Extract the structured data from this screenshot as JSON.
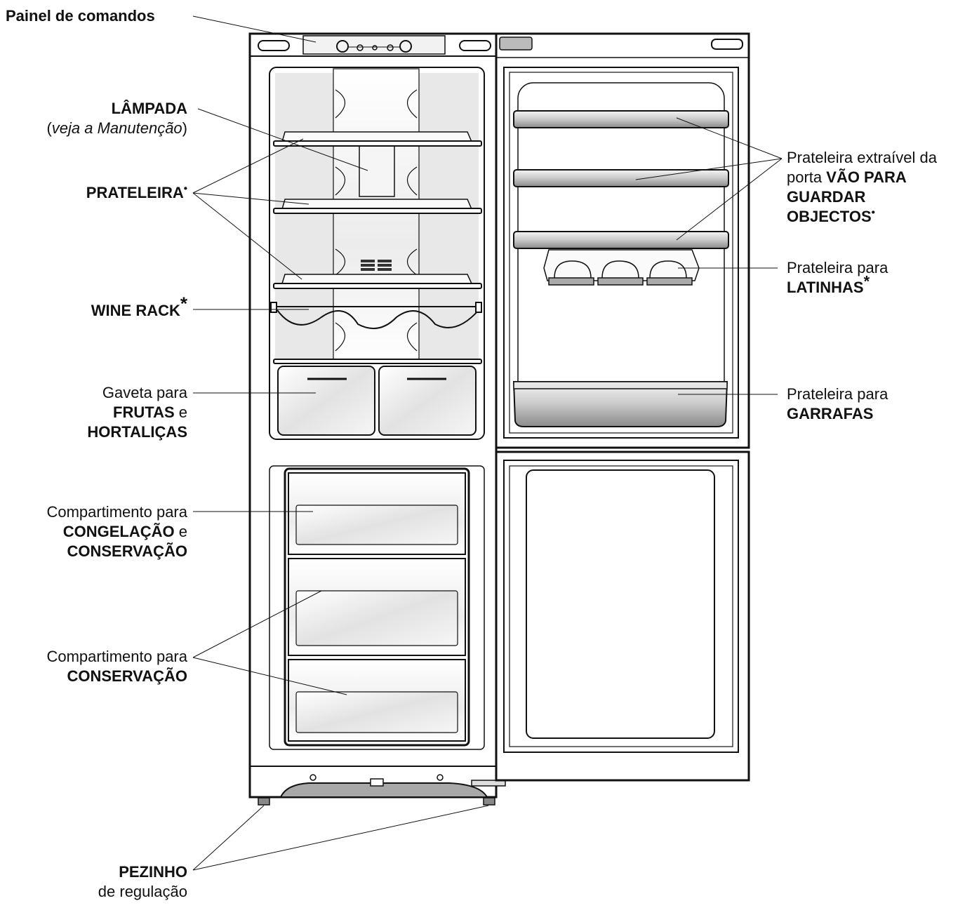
{
  "labels": {
    "control_panel": {
      "text": "Painel de comandos"
    },
    "lamp": {
      "title": "LÂMPADA",
      "note_open": "(",
      "note": "veja a Manutenção",
      "note_close": ")"
    },
    "shelf": {
      "text": "PRATELEIRA",
      "mark": "•"
    },
    "wine_rack": {
      "text": "WINE RACK",
      "mark": "*"
    },
    "crisper": {
      "line1": "Gaveta para",
      "line2_bold": "FRUTAS",
      "line2_rest": " e",
      "line3": "HORTALIÇAS"
    },
    "freezer_section": {
      "line1": "Compartimento para",
      "line2_bold": "CONGELAÇÃO",
      "line2_rest": " e",
      "line3": "CONSERVAÇÃO"
    },
    "storage_section": {
      "line1": "Compartimento para",
      "line2": "CONSERVAÇÃO"
    },
    "feet": {
      "line1": "PEZINHO",
      "line2": "de regulação"
    },
    "door_shelf": {
      "line1": "Prateleira extraível da",
      "line2_plain": "porta ",
      "line2_bold": "VÃO PARA",
      "line3": "GUARDAR",
      "line4": "OBJECTOS",
      "mark": "•"
    },
    "can_rack": {
      "line1": "Prateleira para",
      "line2": "LATINHAS",
      "mark": "*"
    },
    "bottle_shelf": {
      "line1": "Prateleira para",
      "line2": "GARRAFAS"
    }
  }
}
